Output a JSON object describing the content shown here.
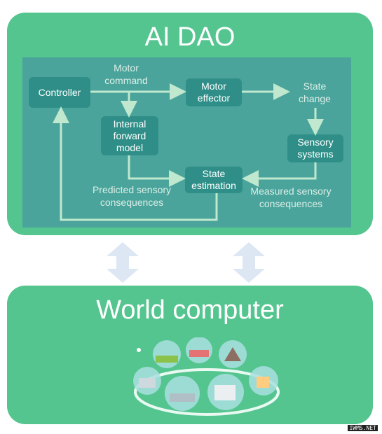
{
  "top_panel": {
    "title": "AI DAO"
  },
  "bottom_panel": {
    "title": "World computer"
  },
  "diagram": {
    "nodes": {
      "controller": "Controller",
      "motor_effector": "Motor\neffector",
      "internal_forward_model": "Internal\nforward\nmodel",
      "state_estimation": "State\nestimation",
      "sensory_systems": "Sensory\nsystems"
    },
    "labels": {
      "motor_command": "Motor\ncommand",
      "state_change": "State\nchange",
      "predicted": "Predicted  sensory\nconsequences",
      "measured": "Measured sensory\nconsequences"
    }
  },
  "watermark": "IWMS.NET",
  "colors": {
    "panel": "#55c590",
    "diagram_bg": "#4aa49b",
    "node": "#2f8f88",
    "arrow": "#bfe8cf",
    "double_arrow": "#dde7f4"
  }
}
